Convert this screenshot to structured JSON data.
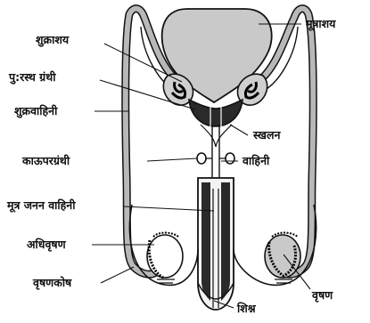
{
  "labels": {
    "bladder": "मूत्राशय",
    "seminal_vesicle": "शुक्राशय",
    "prostate": "पु:रस्थ ग्रंथी",
    "vas_deferens": "शुक्रवाहिनी",
    "ejaculatory_duct_line1": "स्खलन",
    "ejaculatory_duct_line2": "वाहिनी",
    "cowpers_gland": "काऊपरग्रंथी",
    "urethra": "मूत्र जनन वाहिनी",
    "epididymis": "अधिवृषण",
    "scrotum": "वृषणकोष",
    "testis": "वृषण",
    "penis": "शिश्न"
  },
  "colors": {
    "outline": "#111111",
    "shade": "#b8b8b8",
    "dark": "#2a2a2a",
    "background": "#ffffff"
  }
}
